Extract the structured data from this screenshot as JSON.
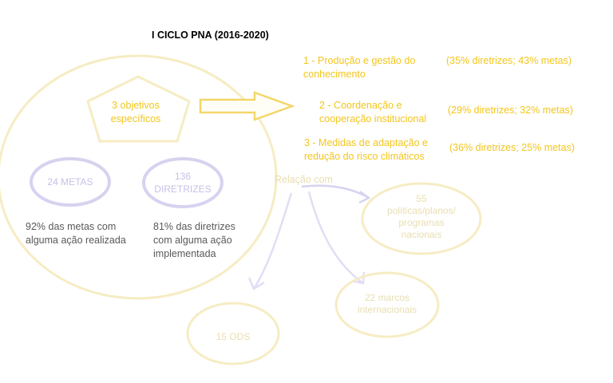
{
  "title": "I CICLO PNA (2016-2020)",
  "objectives_label": "3 objetivos específicos",
  "objectives": [
    {
      "label": "1 - Produção e gestão do conhecimento",
      "share": "(35% diretrizes; 43% metas)"
    },
    {
      "label": "2 - Coordenação e cooperação institucional",
      "share": "(29% diretrizes; 32% metas)"
    },
    {
      "label": "3 - Medidas de adaptação e redução do risco climáticos",
      "share": "(36% diretrizes; 25% metas)"
    }
  ],
  "metas_label": "24 METAS",
  "diretrizes_label": "136 DIRETRIZES",
  "metas_stat": "92% das metas com alguma ação realizada",
  "diretrizes_stat": "81% das diretrizes com alguma ação implementada",
  "relacao_label": "Relação com",
  "relations": [
    {
      "label": "55 políticas/planos/ programas nacionais"
    },
    {
      "label": "22 marcos internacionais"
    },
    {
      "label": "15 ODS"
    }
  ],
  "colors": {
    "accent_yellow": "#f3c61c",
    "pale_yellow": "#f4e8b8",
    "lavender": "#d7d2ef",
    "text_gray": "#595959"
  }
}
